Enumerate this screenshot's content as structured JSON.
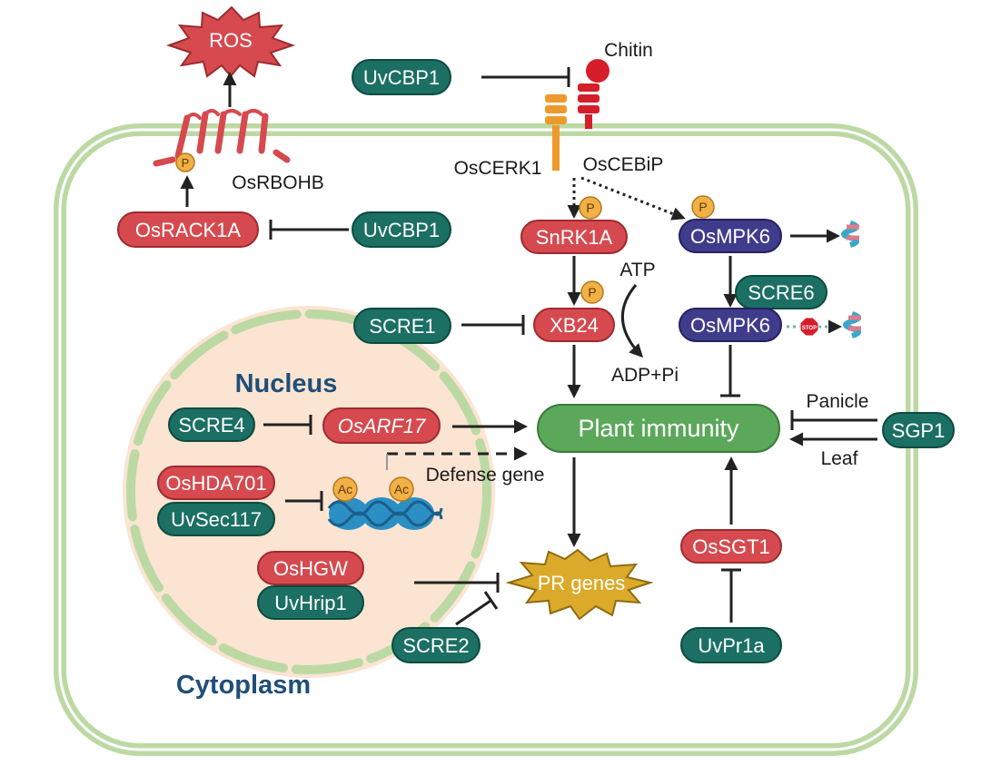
{
  "colors": {
    "red": "#d64a4f",
    "teal": "#1b6f63",
    "purple": "#3f3c8c",
    "green": "#5ba85a",
    "membrane": "#bcd9a4",
    "nucleus_fill": "#fbe4d2",
    "phospho": "#f3b047",
    "burst": "#dcaa2a"
  },
  "regions": {
    "nucleus": "Nucleus",
    "cytoplasm": "Cytoplasm"
  },
  "labels": {
    "ros": "ROS",
    "chitin": "Chitin",
    "oscerk1": "OsCERK1",
    "oscebip": "OsCEBiP",
    "osrbohb": "OsRBOHB",
    "atp": "ATP",
    "adp": "ADP+Pi",
    "panicle": "Panicle",
    "leaf": "Leaf",
    "defense_gene": "Defense gene",
    "phospho": "P",
    "acetyl": "Ac",
    "stop": "STOP"
  },
  "nodes": {
    "uvcbp1_top": "UvCBP1",
    "uvcbp1_mid": "UvCBP1",
    "osrack1a": "OsRACK1A",
    "snrk1a": "SnRK1A",
    "osmpk6_top": "OsMPK6",
    "scre6": "SCRE6",
    "osmpk6_mid": "OsMPK6",
    "scre1": "SCRE1",
    "xb24": "XB24",
    "scre4": "SCRE4",
    "osarf17": "OsARF17",
    "oshda701": "OsHDA701",
    "uvsec117": "UvSec117",
    "oshgw": "OsHGW",
    "uvhrip1": "UvHrip1",
    "scre2": "SCRE2",
    "plant_immunity": "Plant immunity",
    "pr_genes": "PR genes",
    "ossgt1": "OsSGT1",
    "uvpr1a": "UvPr1a",
    "sgp1": "SGP1"
  }
}
